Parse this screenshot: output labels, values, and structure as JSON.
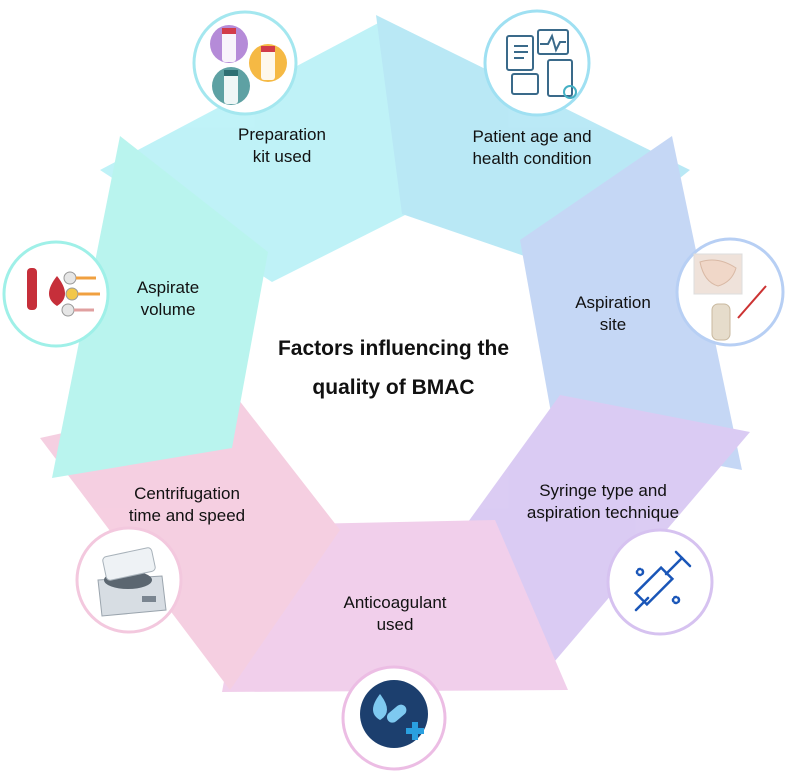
{
  "title_line1": "Factors influencing the",
  "title_line2": "quality of BMAC",
  "factors": [
    {
      "line1": "Preparation",
      "line2": "kit used",
      "icon": "test-tubes-icon"
    },
    {
      "line1": "Patient age and",
      "line2": "health condition",
      "icon": "medical-records-icon"
    },
    {
      "line1": "Aspiration",
      "line2": "site",
      "icon": "bone-aspiration-icon"
    },
    {
      "line1": "Syringe type and",
      "line2": "aspiration technique",
      "icon": "syringe-icon"
    },
    {
      "line1": "Anticoagulant",
      "line2": "used",
      "icon": "drop-pills-icon"
    },
    {
      "line1": "Centrifugation",
      "line2": "time and speed",
      "icon": "centrifuge-icon"
    },
    {
      "line1": "Aspirate",
      "line2": "volume",
      "icon": "blood-drop-icon"
    }
  ],
  "colors": {
    "cyan": "#a8eef2",
    "blue": "#b7cff4",
    "purple": "#d6c2f0",
    "pink": "#f3c8de",
    "teal": "#9fe7e0"
  }
}
